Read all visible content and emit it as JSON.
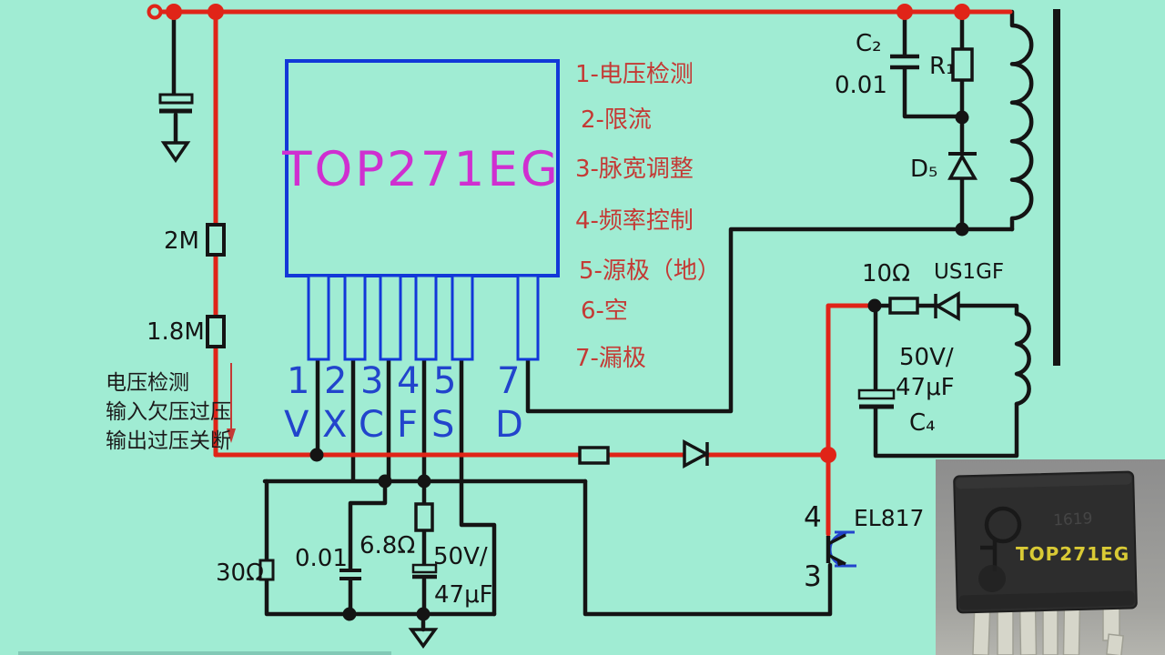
{
  "chip": {
    "label": "TOP271EG"
  },
  "pin_row": [
    {
      "num": "1",
      "sym": "V"
    },
    {
      "num": "2",
      "sym": "X"
    },
    {
      "num": "3",
      "sym": "C"
    },
    {
      "num": "4",
      "sym": "F"
    },
    {
      "num": "5",
      "sym": "S"
    },
    {
      "num": "7",
      "sym": "D"
    }
  ],
  "pin_functions": {
    "lines": [
      "1-电压检测",
      "2-限流",
      "3-脉宽调整",
      "4-频率控制",
      "5-源极（地）",
      "6-空",
      "7-漏极"
    ]
  },
  "input_side": {
    "r_upper": "2M",
    "r_lower": "1.8M",
    "note": [
      "电压检测",
      "输入欠压过压",
      "输出过压关断"
    ]
  },
  "snubber": {
    "c2": "C₂",
    "c2_val": "0.01",
    "r1": "R₁",
    "d5": "D₅"
  },
  "secondary": {
    "r": "10Ω",
    "d": "US1GF",
    "cap_l1": "50V/",
    "cap_l2": "47μF",
    "c4": "C₄"
  },
  "control": {
    "r30": "30Ω",
    "c001": "0.01",
    "r68": "6.8Ω",
    "cap_l1": "50V/",
    "cap_l2": "47μF"
  },
  "opto": {
    "name": "EL817",
    "pin_top": "4",
    "pin_bottom": "3"
  },
  "photo": {
    "part": "TOP271EG",
    "marking": "1619"
  },
  "colors": {
    "bg": "#a0ecd3",
    "wire_red": "#e02418",
    "wire_black": "#141414",
    "blue": "#1238d8",
    "magenta": "#cf2fd0",
    "red_text": "#c43a35",
    "photo_bg": "#979797",
    "chip_body": "#2e2e2e",
    "part_yellow": "#d9ca35"
  }
}
